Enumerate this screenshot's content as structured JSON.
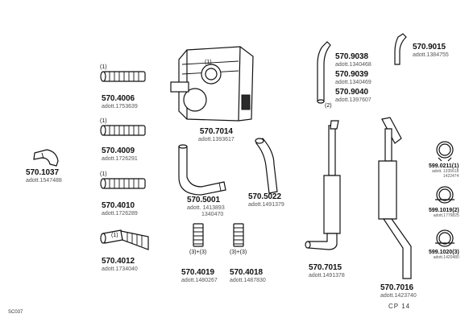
{
  "parts": [
    {
      "key": "p1037",
      "number": "570.1037",
      "adott": "adott.1547488"
    },
    {
      "key": "p4006",
      "number": "570.4006",
      "adott": "adott.1753639",
      "qty": "(1)"
    },
    {
      "key": "p4009",
      "number": "570.4009",
      "adott": "adott.1726291",
      "qty": "(1)"
    },
    {
      "key": "p4010",
      "number": "570.4010",
      "adott": "adott.1726289",
      "qty": "(1)"
    },
    {
      "key": "p4012",
      "number": "570.4012",
      "adott": "adott.1734040",
      "qty": "(1)"
    },
    {
      "key": "p7014",
      "number": "570.7014",
      "adott": "adott.1393617",
      "qty": "(1)"
    },
    {
      "key": "p5001",
      "number": "570.5001",
      "adott": "adott. 1413893",
      "adott2": "1340470"
    },
    {
      "key": "p5022",
      "number": "570.5022",
      "adott": "adott.1491379"
    },
    {
      "key": "p4019",
      "number": "570.4019",
      "adott": "adott.1480267",
      "qty": "(3)+(3)"
    },
    {
      "key": "p4018",
      "number": "570.4018",
      "adott": "adott.1487830",
      "qty": "(3)+(3)"
    },
    {
      "key": "p9038",
      "number": "570.9038",
      "adott": "adott.1340468"
    },
    {
      "key": "p9039",
      "number": "570.9039",
      "adott": "adott.1340469"
    },
    {
      "key": "p9040",
      "number": "570.9040",
      "adott": "adott.1397607",
      "qty": "(2)"
    },
    {
      "key": "p9015",
      "number": "570.9015",
      "adott": "adott.1384755"
    },
    {
      "key": "p7015",
      "number": "570.7015",
      "adott": "adott.1491378"
    },
    {
      "key": "p7016",
      "number": "570.7016",
      "adott": "adott.1423740"
    },
    {
      "key": "p0211",
      "number": "599.0211(1)",
      "adott": "adott. 1335618",
      "adott2": "1422474"
    },
    {
      "key": "p1019",
      "number": "599.1019(2)",
      "adott": "adott.1779825"
    },
    {
      "key": "p1020",
      "number": "599.1020(3)",
      "adott": "adott.1420480"
    }
  ],
  "footer": {
    "code": "SC037",
    "cp": "CP 14"
  }
}
